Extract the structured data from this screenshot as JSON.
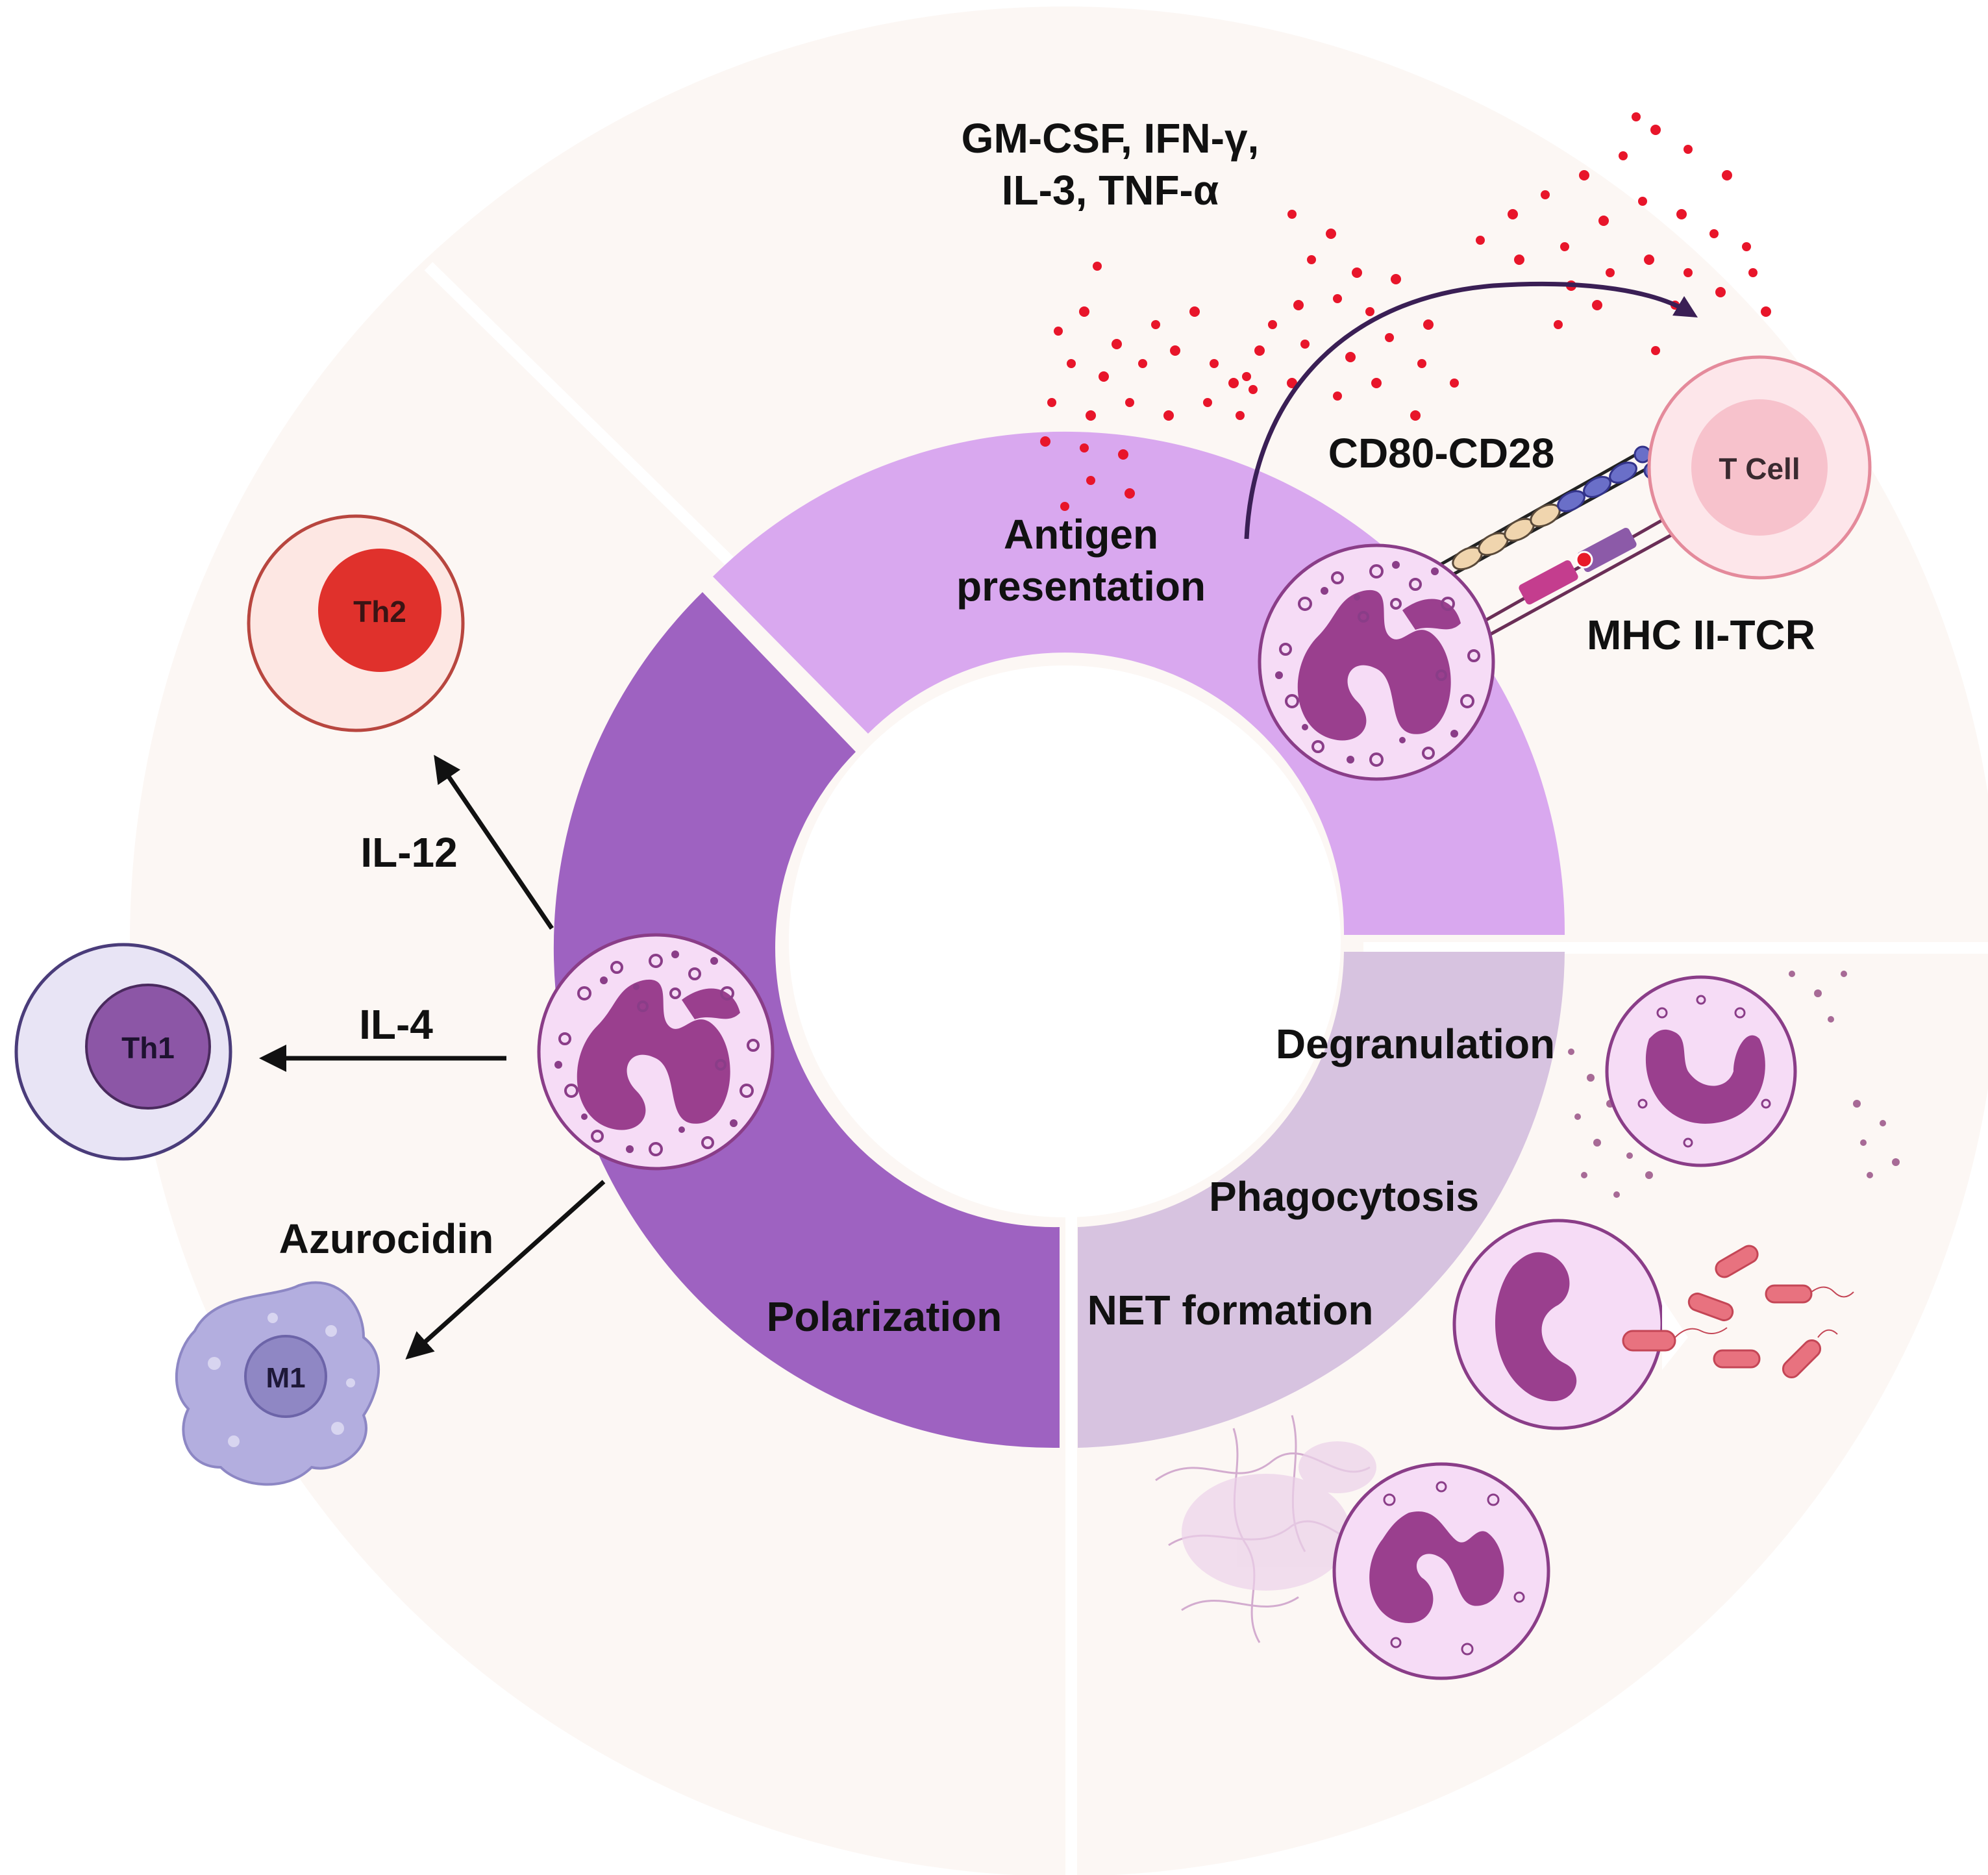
{
  "diagram": {
    "segments": {
      "antigen_presentation": [
        "Antigen",
        "presentation"
      ],
      "polarization": "Polarization",
      "degranulation": "Degranulation",
      "phagocytosis": "Phagocytosis",
      "net_formation": "NET formation"
    },
    "cytokines": [
      "GM-CSF, IFN-γ,",
      "IL-3, TNF-α"
    ],
    "receptors": {
      "costim": "CD80-CD28",
      "mhc": "MHC II-TCR"
    },
    "cells": {
      "t_cell": "T Cell",
      "th2": "Th2",
      "th1": "Th1",
      "m1": "M1"
    },
    "signals": {
      "il12": "IL-12",
      "il4": "IL-4",
      "azurocidin": "Azurocidin"
    }
  },
  "colors": {
    "antigen_segment": "#d9a8ef",
    "polarization_segment": "#9e62c1",
    "effector_segment": "#d7c3e0",
    "background_disc": "#fcf7f4",
    "neutrophil_body": "#f6dcf6",
    "neutrophil_nucleus": "#9a3f8e",
    "cytokine_dot": "#e8152a",
    "t_cell": "#f7c9d1",
    "th2_nucleus": "#e0312c",
    "th1_nucleus": "#8c56a6",
    "m1_body": "#b3aedf"
  }
}
